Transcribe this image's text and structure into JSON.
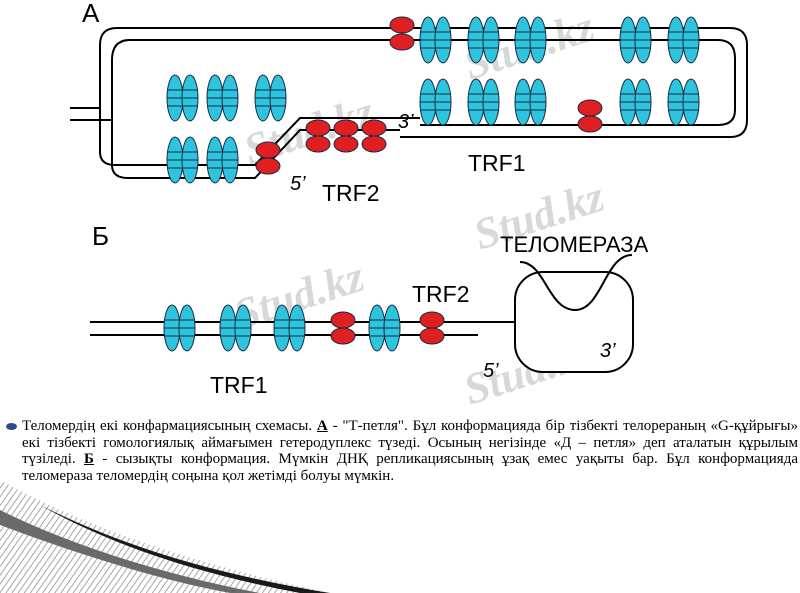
{
  "diagram": {
    "panel_a": {
      "letter": "А",
      "labels": {
        "trf1": "TRF1",
        "trf2": "TRF2",
        "three_prime": "3’",
        "five_prime": "5’"
      }
    },
    "panel_b": {
      "letter": "Б",
      "labels": {
        "trf1": "TRF1",
        "trf2": "TRF2",
        "telomerase": "ТЕЛОМЕРАЗА",
        "three_prime": "3’",
        "five_prime": "5’"
      }
    },
    "colors": {
      "trf1_protein": "#2ec4dd",
      "trf2_protein": "#e02020",
      "dna": "#000000",
      "watermark": "#d8d8d8"
    }
  },
  "watermark": {
    "text": "Stud.kz"
  },
  "caption": {
    "part1": "Теломердің екі конфармациясының схемасы. ",
    "a_letter": "А",
    "part2": " -  \"Т-петля\". Бұл конформацияда бір тізбекті телорераның «G-құйрығы»  екі тізбекті гомологиялық аймағымен гетеродуплекс түзеді. Осының негізінде «Д – петля» деп аталатын құрылым түзіледі. ",
    "b_letter": "Б",
    "part3": " - сызықты конформация. Мүмкін ДНҚ репликациясының  ұзақ емес уақыты бар. Бұл конформацияда теломераза теломердің соңына қол жетімді болуы мүмкін."
  }
}
